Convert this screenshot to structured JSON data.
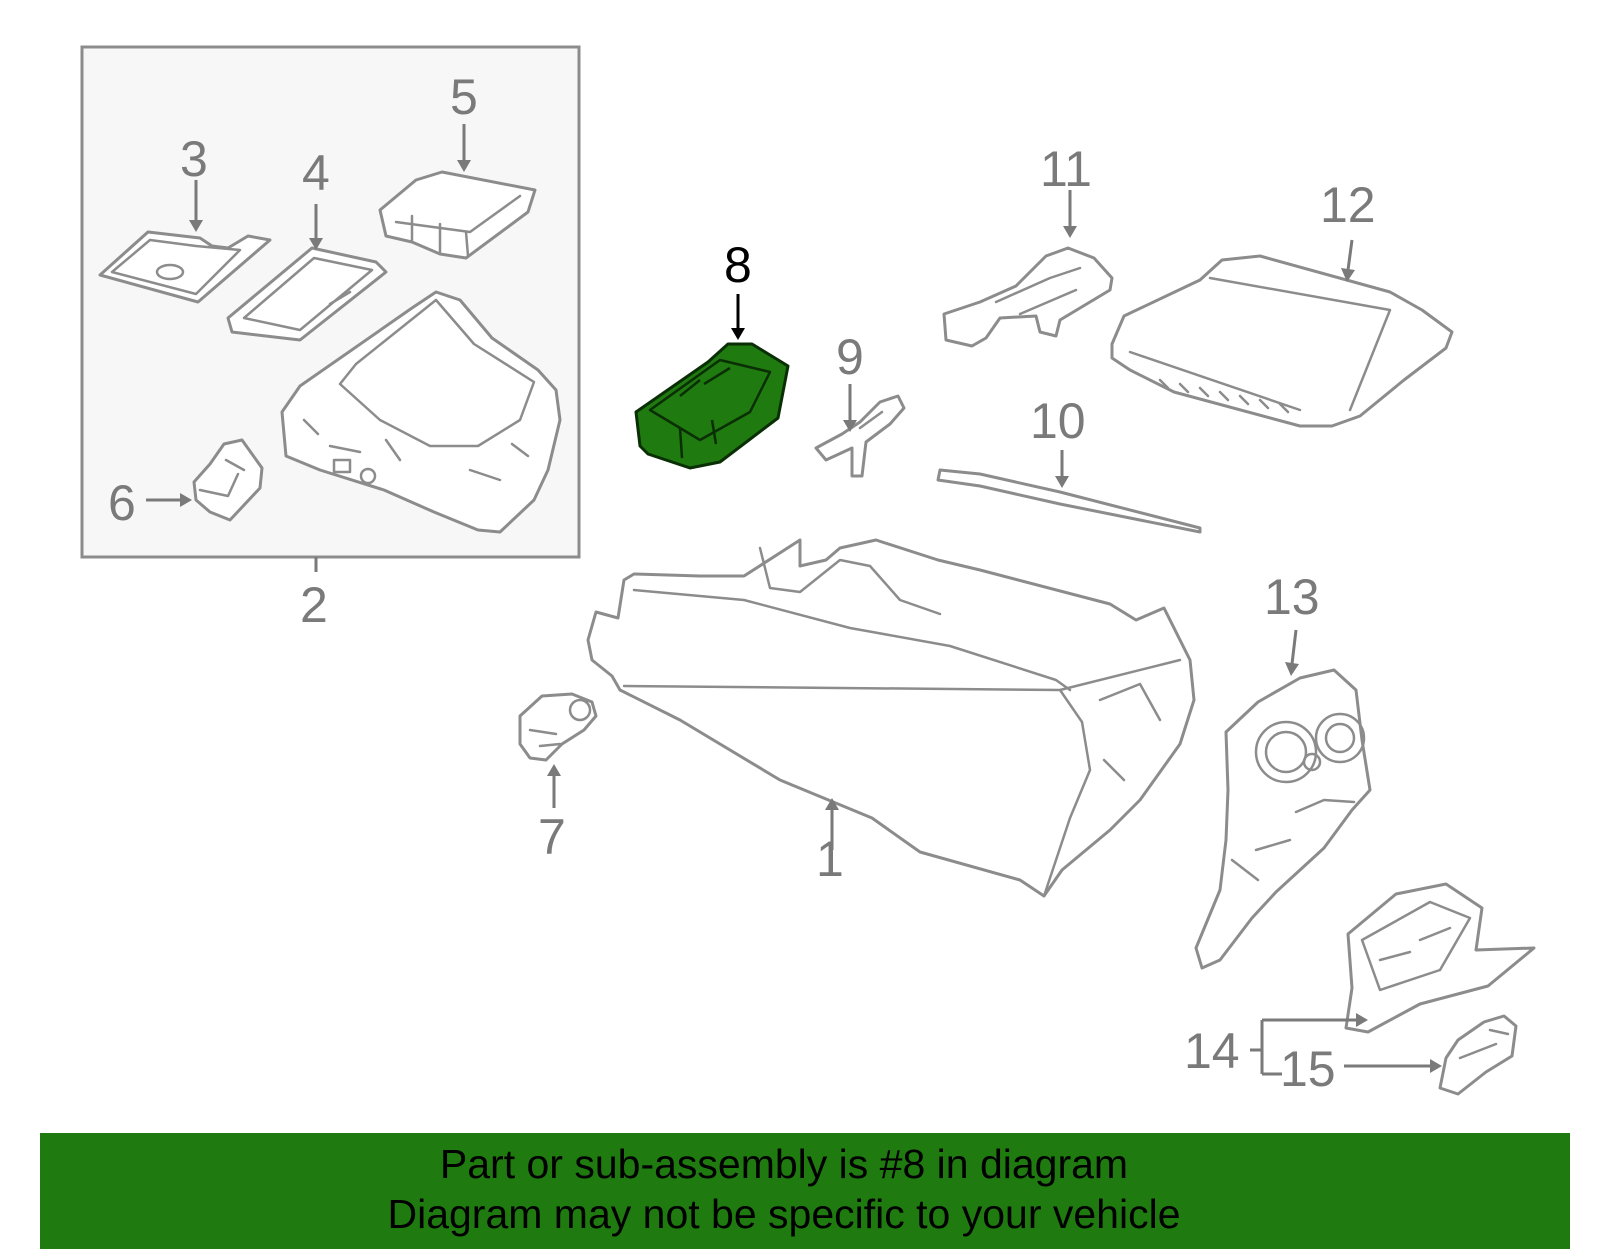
{
  "diagram": {
    "callouts": [
      {
        "id": "1",
        "label": "1"
      },
      {
        "id": "2",
        "label": "2"
      },
      {
        "id": "3",
        "label": "3"
      },
      {
        "id": "4",
        "label": "4"
      },
      {
        "id": "5",
        "label": "5"
      },
      {
        "id": "6",
        "label": "6"
      },
      {
        "id": "7",
        "label": "7"
      },
      {
        "id": "8",
        "label": "8",
        "highlighted": true
      },
      {
        "id": "9",
        "label": "9"
      },
      {
        "id": "10",
        "label": "10"
      },
      {
        "id": "11",
        "label": "11"
      },
      {
        "id": "12",
        "label": "12"
      },
      {
        "id": "13",
        "label": "13"
      },
      {
        "id": "14",
        "label": "14"
      },
      {
        "id": "15",
        "label": "15"
      }
    ],
    "highlight_color": "#1f7a10",
    "line_color": "#8c8c8c",
    "subassembly_box_fill": "#f7f7f7"
  },
  "footer": {
    "line1": "Part or sub-assembly is #8 in diagram",
    "line2": "Diagram may not be specific to your vehicle",
    "background_color": "#1f7a10"
  }
}
